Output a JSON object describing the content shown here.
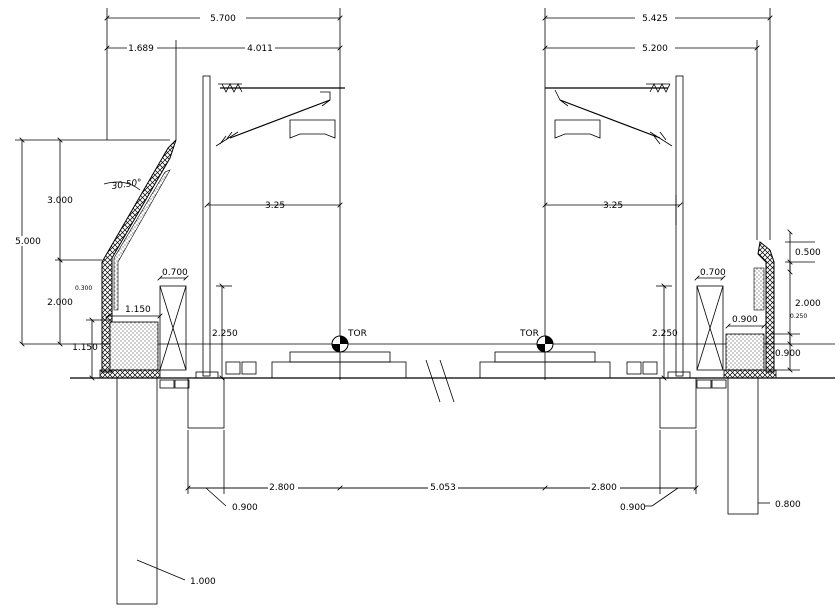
{
  "dimensions": {
    "left_top_total": "5.700",
    "left_top_a": "1.689",
    "left_top_b": "4.011",
    "right_top_total": "5.425",
    "right_top_b": "5.200",
    "left_height_total": "5.000",
    "left_upper": "3.000",
    "left_mid": "2.000",
    "left_low": "1.150",
    "left_small": "0.300",
    "left_platform": "1.150",
    "left_angle": "30.50°",
    "left_col_w": "0.700",
    "left_mast_h": "2.250",
    "left_cant": "3.25",
    "right_cant": "3.25",
    "right_col_w": "0.700",
    "right_mast_h": "2.250",
    "right_top_small": "0.500",
    "right_wall_h": "2.000",
    "right_wall_w": "0.900",
    "right_wall_small": "0.250",
    "right_wall_base": "0.900",
    "bottom_left": "2.800",
    "bottom_mid": "5.053",
    "bottom_right": "2.800",
    "bottom_left_found": "0.900",
    "bottom_right_found": "0.900",
    "pile_left": "1.000",
    "pile_right": "0.800"
  },
  "labels": {
    "tor_left": "TOR",
    "tor_right": "TOR"
  }
}
